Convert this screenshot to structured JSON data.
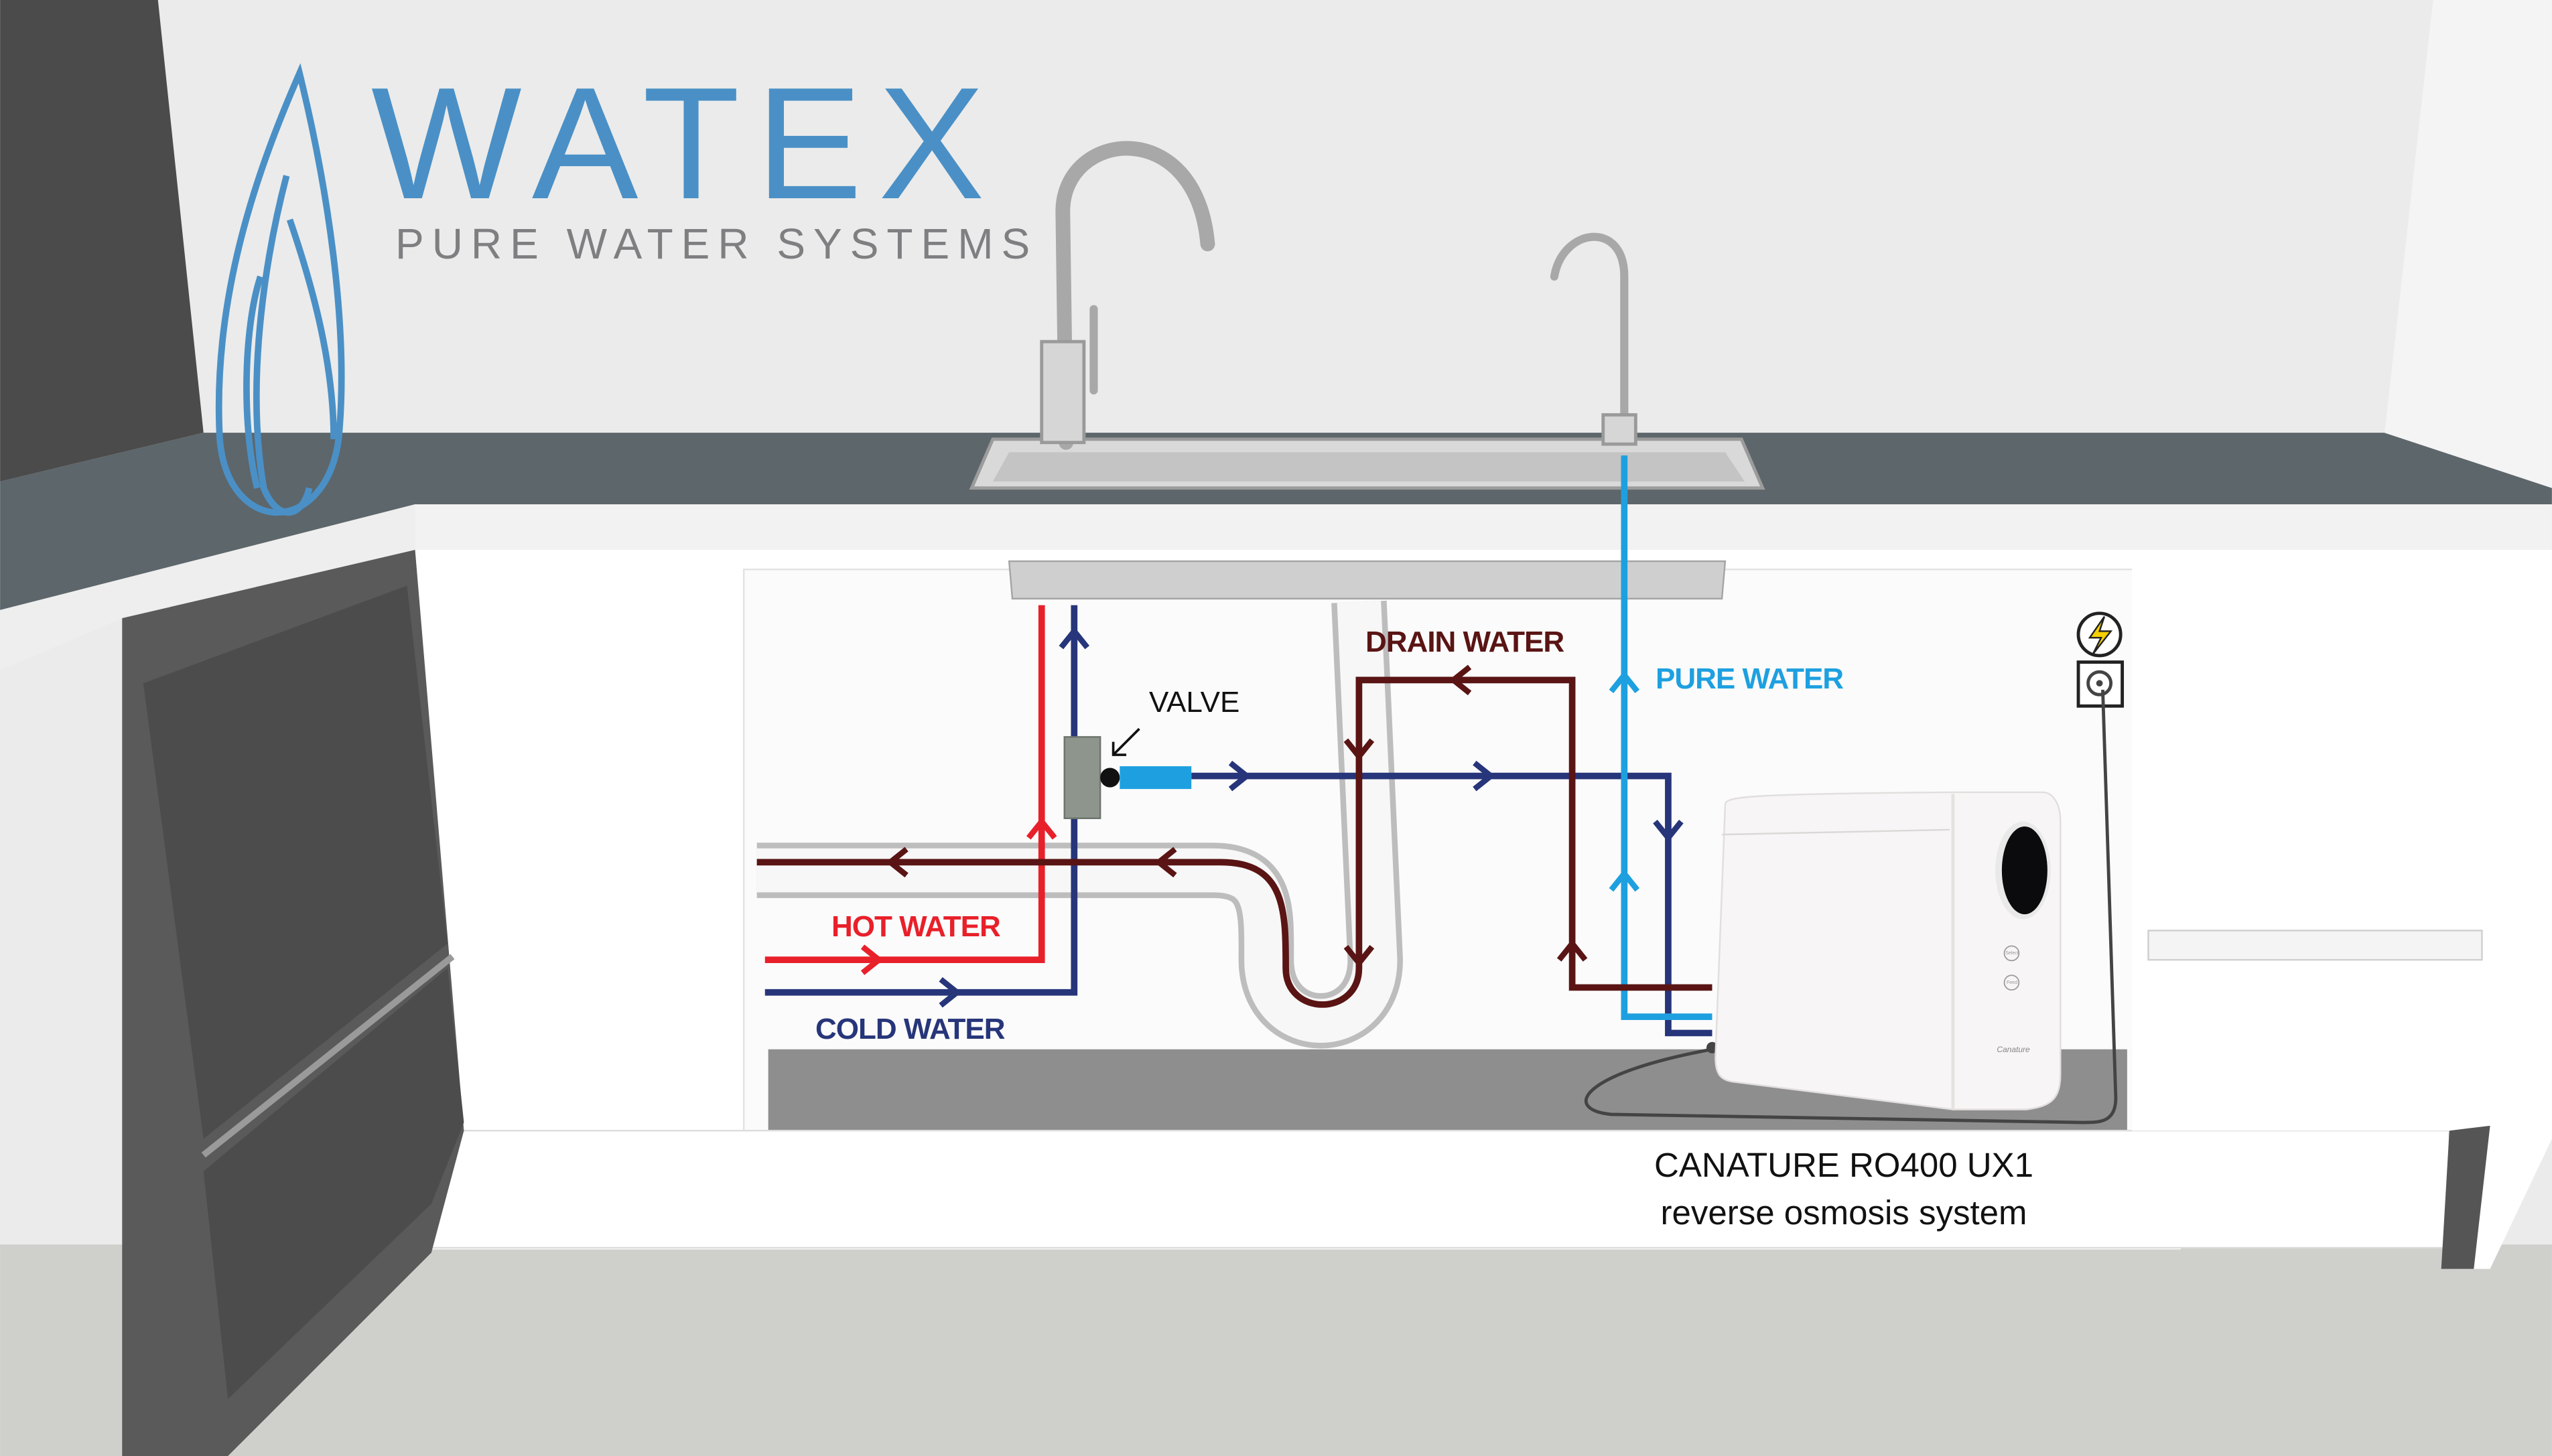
{
  "logo": {
    "brand": "WATEX",
    "tagline": "PURE WATER SYSTEMS",
    "color": "#4a90c6"
  },
  "labels": {
    "valve": "VALVE",
    "drain_water": "DRAIN WATER",
    "pure_water": "PURE WATER",
    "hot_water": "HOT WATER",
    "cold_water": "COLD WATER"
  },
  "product": {
    "name": "CANATURE RO400 UX1",
    "description": "reverse osmosis system",
    "brand_mark": "Canature",
    "buttons": [
      "Select",
      "Feed"
    ]
  },
  "colors": {
    "hot": "#e8202a",
    "cold": "#27357a",
    "drain": "#5a1414",
    "pure": "#1ea0e0"
  },
  "icons": [
    "lightning-icon",
    "power-outlet-icon",
    "water-drop-logo-icon"
  ]
}
